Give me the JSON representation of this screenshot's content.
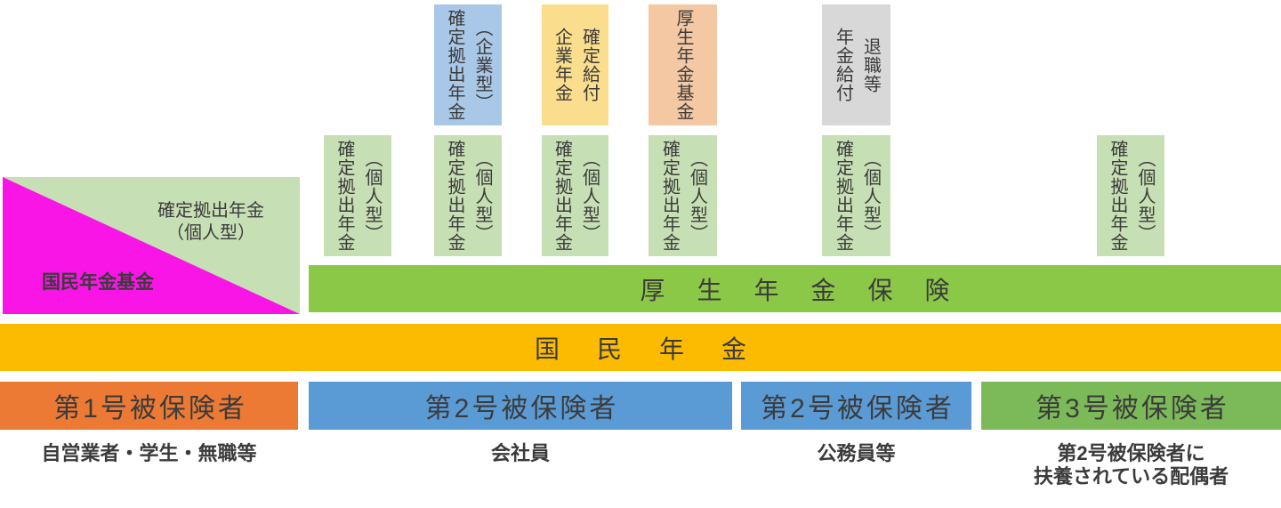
{
  "colors": {
    "magenta": "#F915E5",
    "pale_green": "#C7DFB4",
    "pale_blue": "#A9C7E6",
    "pale_yellow": "#FBDE8D",
    "peach": "#F4C8A3",
    "gray": "#D8D8D8",
    "kosei_bar_green": "#8CC847",
    "kokumin_bar_amber": "#FDBB00",
    "insured1_orange": "#EC7A35",
    "insured2_blue": "#5B9BD5",
    "insured3_green": "#7CBA59",
    "text": "#3B3B3B"
  },
  "triangle_block": {
    "ideco_label_lines": [
      "確定拠出年金",
      "（個人型）"
    ],
    "kokumin_kikin_label": "国民年金基金"
  },
  "top_boxes": [
    {
      "name": "確定拠出年金（企業型）",
      "columns": [
        "確定拠出年金",
        "（企業型）"
      ],
      "color": "#A9C7E6"
    },
    {
      "name": "確定給付企業年金",
      "columns": [
        "企業年金",
        "確定給付"
      ],
      "color": "#FBDE8D"
    },
    {
      "name": "厚生年金基金",
      "columns": [
        "厚生年金基金"
      ],
      "color": "#F4C8A3"
    },
    {
      "name": "退職等年金給付",
      "columns": [
        "年金給付",
        "退職等"
      ],
      "color": "#D8D8D8"
    }
  ],
  "ideco_boxes": {
    "name": "確定拠出年金（個人型）",
    "columns": [
      "確定拠出年金",
      "（個人型）"
    ],
    "count": 6,
    "color": "#C7DFB4"
  },
  "bars": {
    "kosei_nenkin_hoken": "厚生年金保険",
    "kokumin_nenkin": "国民年金"
  },
  "insured_groups": [
    {
      "label": "第1号被保険者",
      "description": "自営業者・学生・無職等",
      "color": "#EC7A35"
    },
    {
      "label": "第2号被保険者",
      "description": "会社員",
      "color": "#5B9BD5"
    },
    {
      "label": "第2号被保険者",
      "description": "公務員等",
      "color": "#5B9BD5"
    },
    {
      "label": "第3号被保険者",
      "description_lines": [
        "第2号被保険者に",
        "扶養されている配偶者"
      ],
      "color": "#7CBA59"
    }
  ]
}
